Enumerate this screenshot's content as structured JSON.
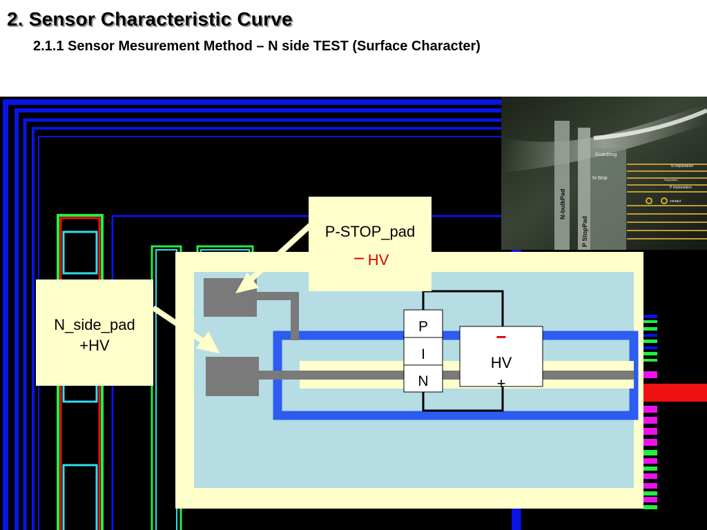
{
  "slide": {
    "title": "2. Sensor Characteristic Curve",
    "subtitle": "2.1.1 Sensor Mesurement Method – N side TEST (Surface Character)"
  },
  "callouts": {
    "pstop": {
      "name": "P-STOP_pad",
      "sign": "−",
      "polarity": "HV"
    },
    "nside": {
      "name": "N_side_pad",
      "polarity": "+HV"
    }
  },
  "pin_stack": [
    "P",
    "I",
    "N"
  ],
  "hv_source": {
    "minus": "−",
    "label": "HV",
    "plus": "+"
  },
  "photo_labels": {
    "guardring": "Guardring",
    "n_strip": "N-Strip",
    "n_implantation": "N Implantation",
    "separation": "Separation",
    "p_implantation": "P Implantation",
    "contact": "contact",
    "n_bulkpad": "N-bulkPad",
    "p_stoppad": "P StopPad"
  },
  "colors": {
    "background": "#000000",
    "metal_blue": "#0a14e6",
    "bright_blue": "#2c5cf0",
    "guard_green": "#22ee44",
    "cyan": "#2ee0f0",
    "red": "#ee1111",
    "magenta": "#ee11ee",
    "panel_yellow": "#ffffcc",
    "panel_inner": "#b5dde3",
    "pad_gray": "#7a7a7a",
    "minus_red": "#dd0000"
  },
  "icons": [
    "arrow-to-pstop-pad-icon",
    "arrow-to-nside-pad-icon",
    "probe-photo"
  ]
}
